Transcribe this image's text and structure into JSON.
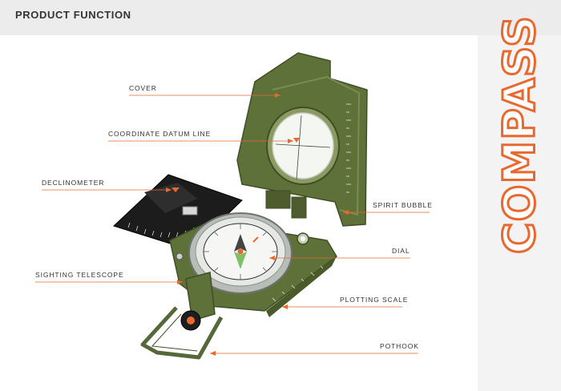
{
  "header": {
    "title": "PRODUCT FUNCTION"
  },
  "brand": {
    "word": "COMPASS",
    "color": "#e8692f"
  },
  "labels": {
    "cover": "COVER",
    "datum": "COORDINATE DATUM LINE",
    "declinometer": "DECLINOMETER",
    "telescope": "SIGHTING TELESCOPE",
    "spirit": "SPIRIT BUBBLE",
    "dial": "DIAL",
    "plotting": "PLOTTING SCALE",
    "pothook": "POTHOOK"
  },
  "colors": {
    "body": "#5e7138",
    "body_dark": "#3f4f25",
    "leader": "#e8692f"
  }
}
